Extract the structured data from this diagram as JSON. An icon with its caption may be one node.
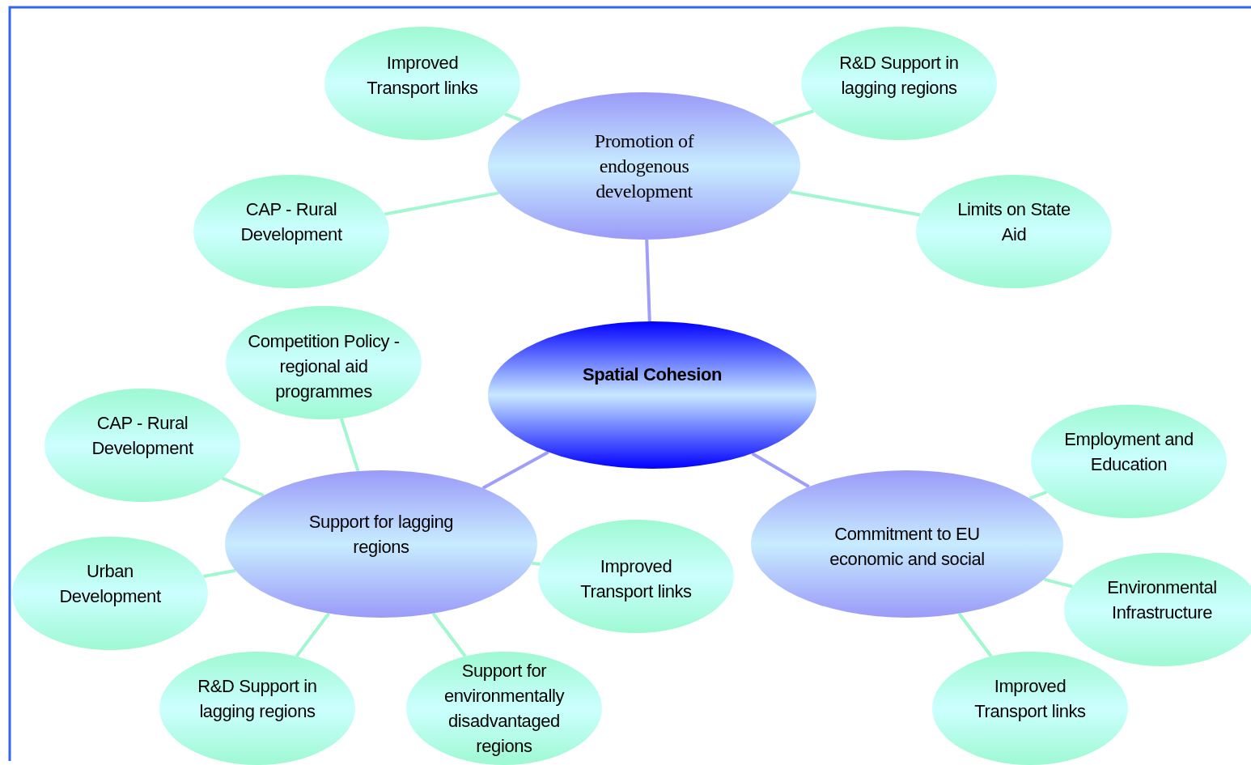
{
  "diagram": {
    "nodes": [
      {
        "text": [
          "Spatial Cohesion"
        ]
      },
      {
        "text": [
          "Promotion of endogenous development"
        ]
      },
      {
        "text": [
          "Support for lagging regions"
        ]
      },
      {
        "text": [
          "Commitment to EU economic and social"
        ]
      },
      {
        "text": [
          "Improved Transport links"
        ]
      },
      {
        "text": [
          "R&D Support in lagging regions"
        ]
      },
      {
        "text": [
          "CAP - Rural Development"
        ]
      },
      {
        "text": [
          "Limits on State Aid"
        ]
      },
      {
        "text": [
          "Competition Policy - regional aid programmes"
        ]
      },
      {
        "text": [
          "CAP - Rural Development"
        ]
      },
      {
        "text": [
          "Urban Development"
        ]
      },
      {
        "text": [
          "Improved Transport links"
        ]
      },
      {
        "text": [
          "R&D Support in lagging regions"
        ]
      },
      {
        "text": [
          "Support for environmentally disadvantaged regions"
        ]
      },
      {
        "text": [
          "Employment and Education"
        ]
      },
      {
        "text": [
          "Environmental Infrastructure"
        ]
      },
      {
        "text": [
          "Improved Transport links"
        ]
      }
    ],
    "edges": [
      {
        "from": 0,
        "to": 1,
        "arrow": "none",
        "color": "#9f9ff7"
      },
      {
        "from": 0,
        "to": 2,
        "arrow": "none",
        "color": "#9f9ff7"
      },
      {
        "from": 0,
        "to": 3,
        "arrow": "none",
        "color": "#9f9ff7"
      },
      {
        "from": 1,
        "to": 4,
        "arrow": "none"
      },
      {
        "from": 1,
        "to": 5,
        "arrow": "none"
      },
      {
        "from": 1,
        "to": 6,
        "arrow": "none"
      },
      {
        "from": 1,
        "to": 7,
        "arrow": "none"
      },
      {
        "from": 2,
        "to": 8,
        "arrow": "none"
      },
      {
        "from": 2,
        "to": 9,
        "arrow": "none"
      },
      {
        "from": 2,
        "to": 10,
        "arrow": "none"
      },
      {
        "from": 2,
        "to": 11,
        "arrow": "none"
      },
      {
        "from": 2,
        "to": 12,
        "arrow": "none"
      },
      {
        "from": 2,
        "to": 13,
        "arrow": "none"
      },
      {
        "from": 3,
        "to": 14,
        "arrow": "none"
      },
      {
        "from": 3,
        "to": 15,
        "arrow": "none"
      },
      {
        "from": 3,
        "to": 16,
        "arrow": "none"
      }
    ]
  }
}
